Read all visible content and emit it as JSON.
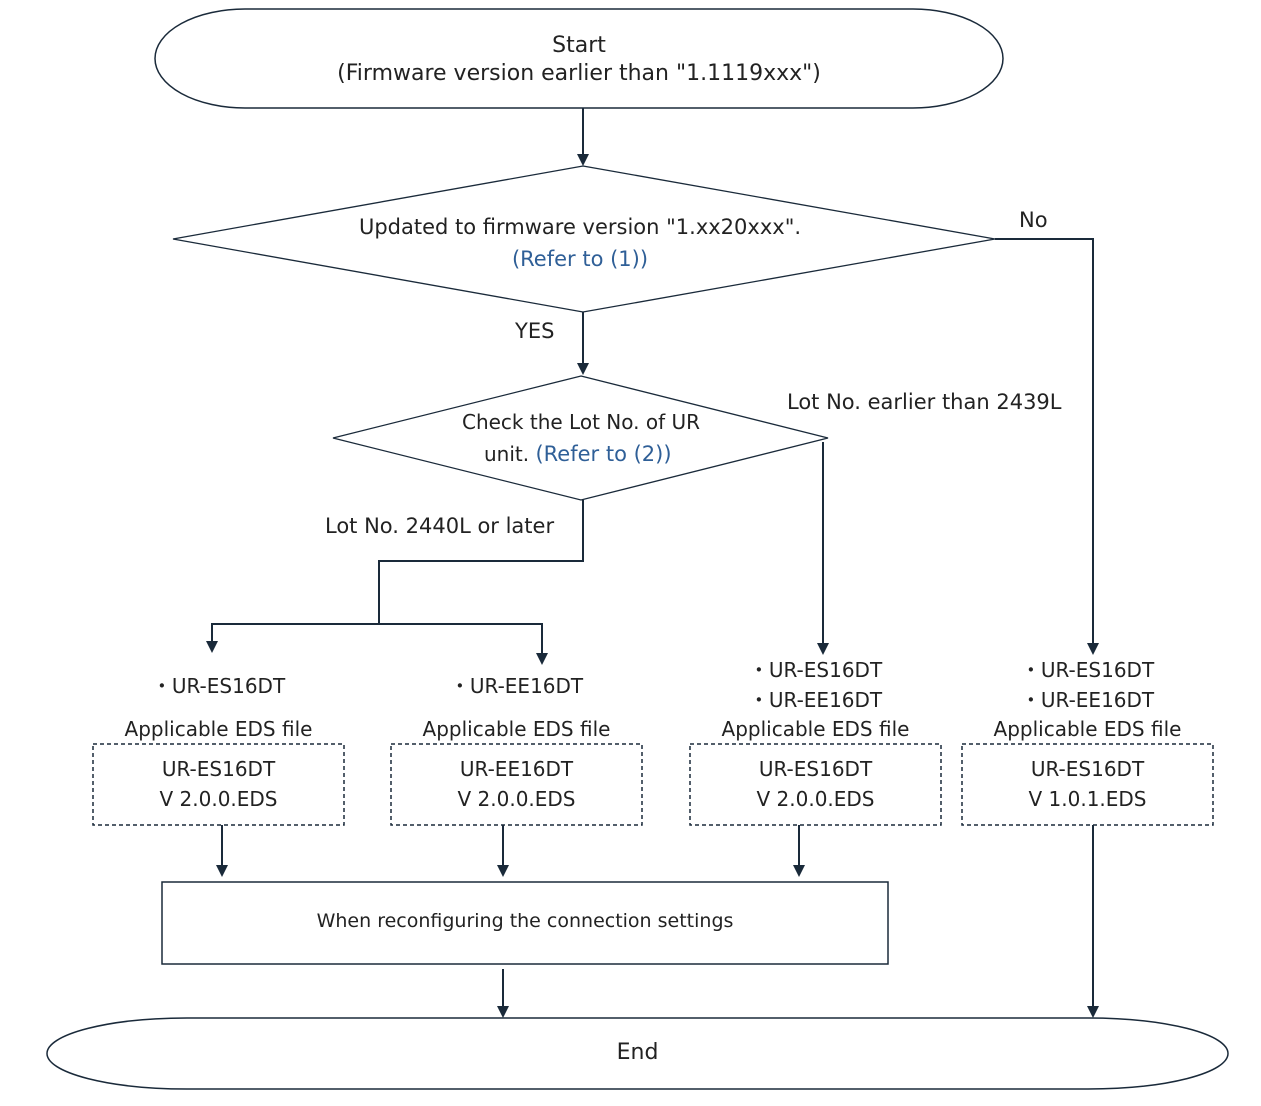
{
  "start": {
    "line1": "Start",
    "line2": "(Firmware version earlier than \"1.1119xxx\")"
  },
  "decision1": {
    "text": "Updated to firmware version \"1.xx20xxx\".",
    "ref": "(Refer to (1))"
  },
  "decision2": {
    "text1": "Check the Lot No. of UR",
    "text2": "unit.",
    "ref": "(Refer to (2))"
  },
  "labels": {
    "no": "No",
    "yes": "YES",
    "lot_earlier": "Lot No. earlier than 2439L",
    "lot_later": "Lot No. 2440L or later"
  },
  "models": {
    "col1": "・UR-ES16DT",
    "col2": "・UR-EE16DT",
    "col3a": "・UR-ES16DT",
    "col3b": "・UR-EE16DT",
    "col4a": "・UR-ES16DT",
    "col4b": "・UR-EE16DT"
  },
  "eds_label": "Applicable EDS file",
  "eds_files": [
    {
      "name": "UR-ES16DT",
      "version": "V 2.0.0.EDS"
    },
    {
      "name": "UR-EE16DT",
      "version": "V 2.0.0.EDS"
    },
    {
      "name": "UR-ES16DT",
      "version": "V 2.0.0.EDS"
    },
    {
      "name": "UR-ES16DT",
      "version": "V 1.0.1.EDS"
    }
  ],
  "reconfig": "When reconfiguring the connection settings",
  "end": "End",
  "colors": {
    "line": "#1a2a3a",
    "ref_link": "#2f5f97"
  }
}
